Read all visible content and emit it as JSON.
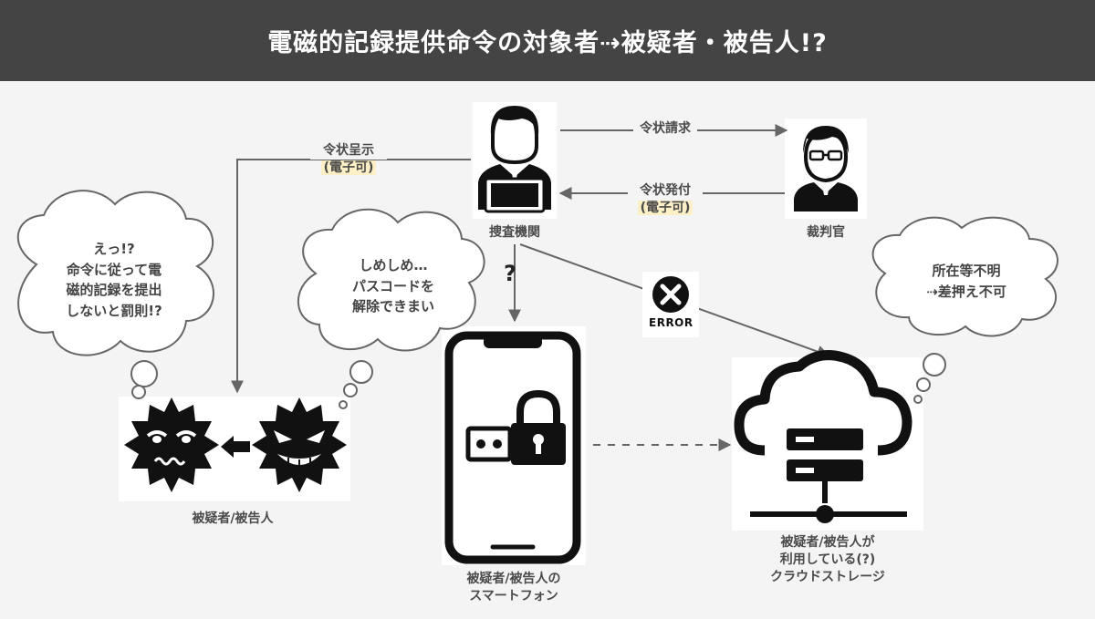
{
  "header": {
    "title": "電磁的記録提供命令の対象者⇢被疑者・被告人!?"
  },
  "nodes": {
    "investigator": "捜査機関",
    "judge": "裁判官",
    "suspect": "被疑者/被告人",
    "smartphone": [
      "被疑者/被告人の",
      "スマートフォン"
    ],
    "cloud": [
      "被疑者/被告人が",
      "利用している(?)",
      "クラウドストレージ"
    ]
  },
  "edges": {
    "warrant_request": "令状請求",
    "warrant_issue": "令状発付",
    "warrant_issue_note": "(電子可)",
    "warrant_show": "令状呈示",
    "warrant_show_note": "(電子可)",
    "question": "?",
    "error": "ERROR"
  },
  "bubbles": {
    "suspect_left": [
      "えっ!?",
      "命令に従って電",
      "磁的記録を提出",
      "しないと罰則!?"
    ],
    "suspect_right": [
      "しめしめ…",
      "パスコードを",
      "解除できまい"
    ],
    "cloud": [
      "所在等不明",
      "⇢差押え不可"
    ]
  },
  "colors": {
    "header_bg": "#444444",
    "background": "#f4f4f4",
    "highlight": "#fdf0c6",
    "line": "#666666",
    "icon": "#111111"
  }
}
